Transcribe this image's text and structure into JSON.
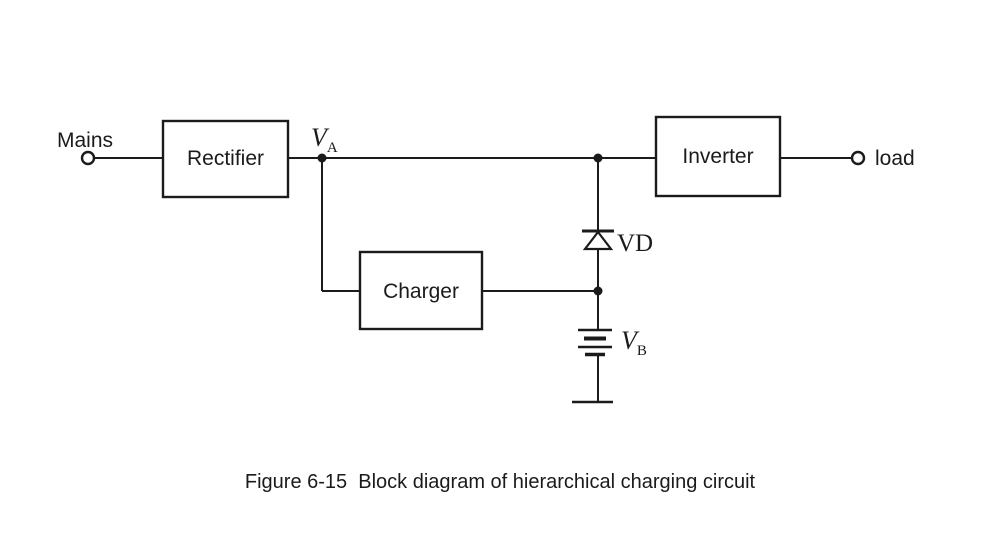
{
  "colors": {
    "stroke": "#1b1b1b",
    "background": "#ffffff"
  },
  "terminals": {
    "mains_label": "Mains",
    "load_label": "load"
  },
  "blocks": {
    "rectifier_label": "Rectifier",
    "charger_label": "Charger",
    "inverter_label": "Inverter"
  },
  "nodes": {
    "va_base": "V",
    "va_sub": "A",
    "diode_label": "VD",
    "vb_base": "V",
    "vb_sub": "B"
  },
  "caption": "Figure 6-15  Block diagram of hierarchical charging circuit"
}
